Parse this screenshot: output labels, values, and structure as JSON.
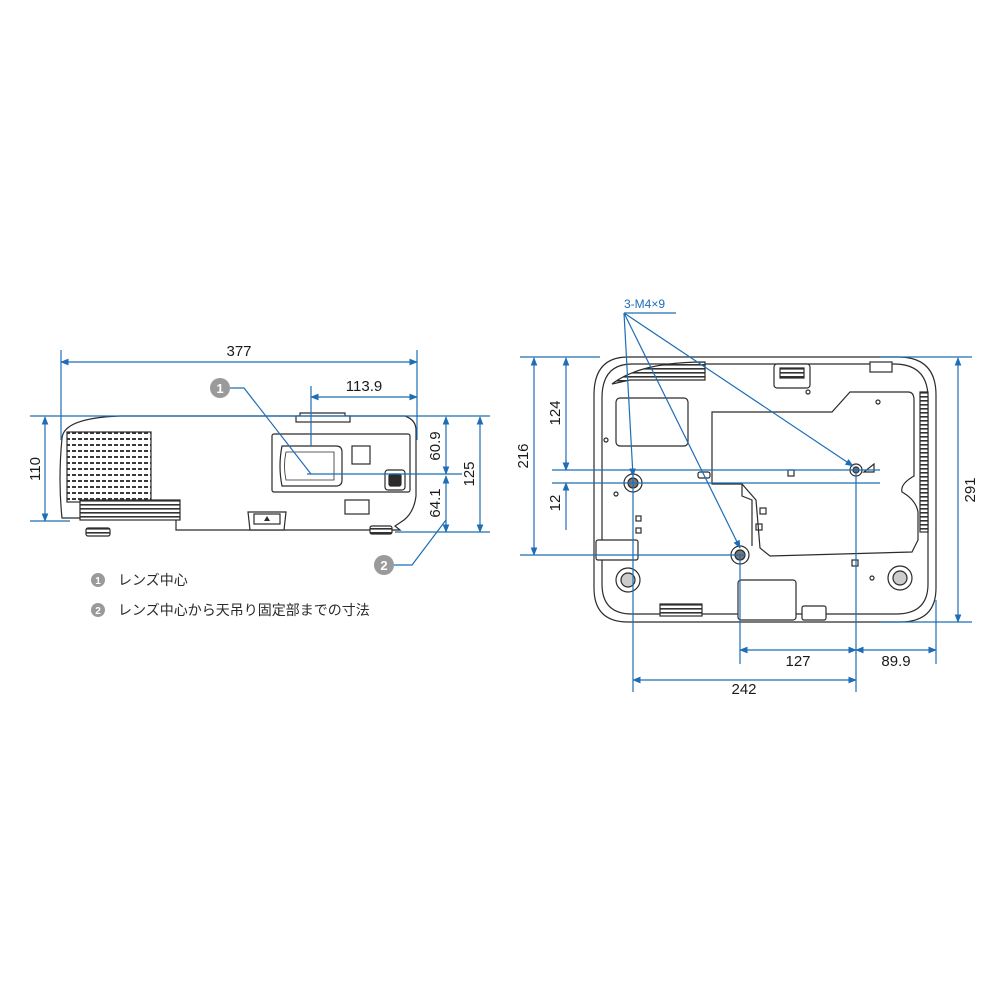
{
  "front_view": {
    "width_dim": "377",
    "lens_offset_dim": "113.9",
    "height_dim": "110",
    "lens_center_height_dim": "60.9",
    "mount_depth_dim": "64.1",
    "total_height_dim": "125",
    "marker_1": "1",
    "marker_2": "2"
  },
  "legend": {
    "item1": {
      "number": "1",
      "text": "レンズ中心"
    },
    "item2": {
      "number": "2",
      "text": "レンズ中心から天吊り固定部までの寸法"
    }
  },
  "bottom_view": {
    "screw_callout": "3-M4×9",
    "dim_216": "216",
    "dim_124": "124",
    "dim_12": "12",
    "dim_291": "291",
    "dim_127": "127",
    "dim_89_9": "89.9",
    "dim_242": "242"
  },
  "colors": {
    "dimension_line": "#1f6db5",
    "outline": "#2b2b2b",
    "marker_gray": "#9a9a9a"
  }
}
